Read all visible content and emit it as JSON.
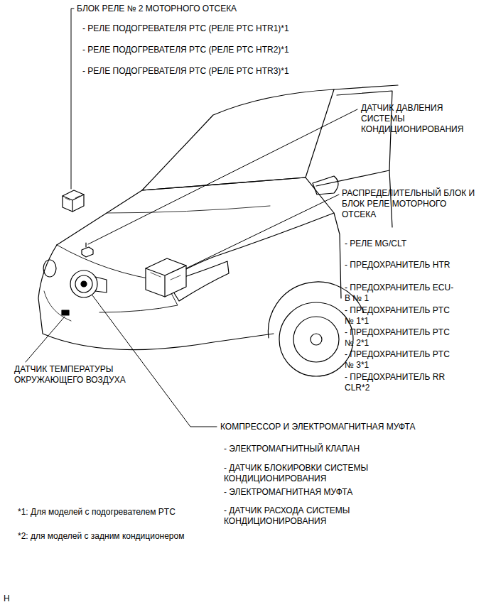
{
  "diagram": {
    "labels": [
      "БЛОК РЕЛЕ № 2 МОТОРНОГО ОТСЕКА",
      "- РЕЛЕ ПОДОГРЕВАТЕЛЯ PTC (РЕЛЕ PTC HTR1)*1",
      "- РЕЛЕ ПОДОГРЕВАТЕЛЯ PTC (РЕЛЕ PTC HTR2)*1",
      "- РЕЛЕ ПОДОГРЕВАТЕЛЯ PTC (РЕЛЕ PTC HTR3)*1",
      "ДАТЧИК ДАВЛЕНИЯ СИСТЕМЫ КОНДИЦИОНИРОВАНИЯ",
      "РАСПРЕДЕЛИТЕЛЬНЫЙ БЛОК И БЛОК РЕЛЕ МОТОРНОГО ОТСЕКА",
      "- РЕЛЕ MG/CLT",
      "- ПРЕДОХРАНИТЕЛЬ HTR",
      "- ПРЕДОХРАНИТЕЛЬ ECU-B № 1",
      "- ПРЕДОХРАНИТЕЛЬ PTC № 1*1",
      "- ПРЕДОХРАНИТЕЛЬ PTC № 2*1",
      "- ПРЕДОХРАНИТЕЛЬ PTC № 3*1",
      "- ПРЕДОХРАНИТЕЛЬ RR CLR*2",
      "ДАТЧИК ТЕМПЕРАТУРЫ ОКРУЖАЮЩЕГО ВОЗДУХА",
      "КОМПРЕССОР И ЭЛЕКТРОМАГНИТНАЯ МУФТА",
      "- ЭЛЕКТРОМАГНИТНЫЙ КЛАПАН",
      "- ДАТЧИК БЛОКИРОВКИ СИСТЕМЫ КОНДИЦИОНИРОВАНИЯ",
      "- ЭЛЕКТРОМАГНИТНАЯ МУФТА",
      "- ДАТЧИК РАСХОДА СИСТЕМЫ КОНДИЦИОНИРОВАНИЯ",
      "*1: Для моделей с подогревателем PTC",
      "*2: для моделей с задним кондиционером",
      "H"
    ]
  }
}
